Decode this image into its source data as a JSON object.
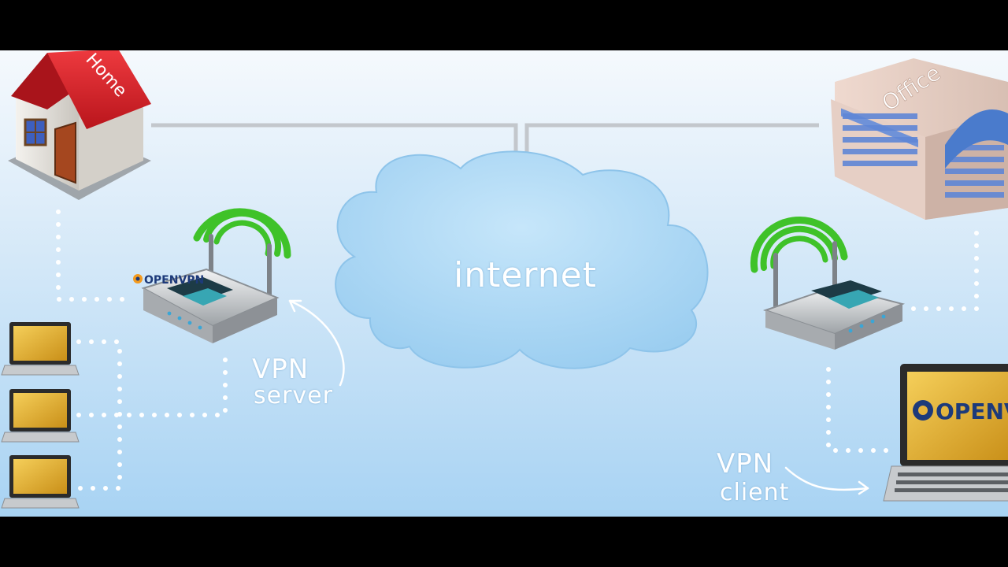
{
  "labels": {
    "home": "Home",
    "office": "Office",
    "internet": "internet",
    "vpn_server_line1": "VPN",
    "vpn_server_line2": "server",
    "vpn_client_line1": "VPN",
    "vpn_client_line2": "client",
    "openvpn_router_logo": "OPENVPN",
    "openvpn_laptop_logo": "OPENVPN"
  },
  "colors": {
    "cloud": "#acd8f4",
    "roof": "#d9242b",
    "wifi": "#3fc229",
    "laptop_screen": "#e7b43c",
    "line": "#c3c7cc",
    "dots": "#ffffff"
  },
  "icons": [
    "house-icon",
    "office-building-icon",
    "cloud-icon",
    "wireless-router-icon",
    "laptop-icon",
    "arrow-icon"
  ]
}
